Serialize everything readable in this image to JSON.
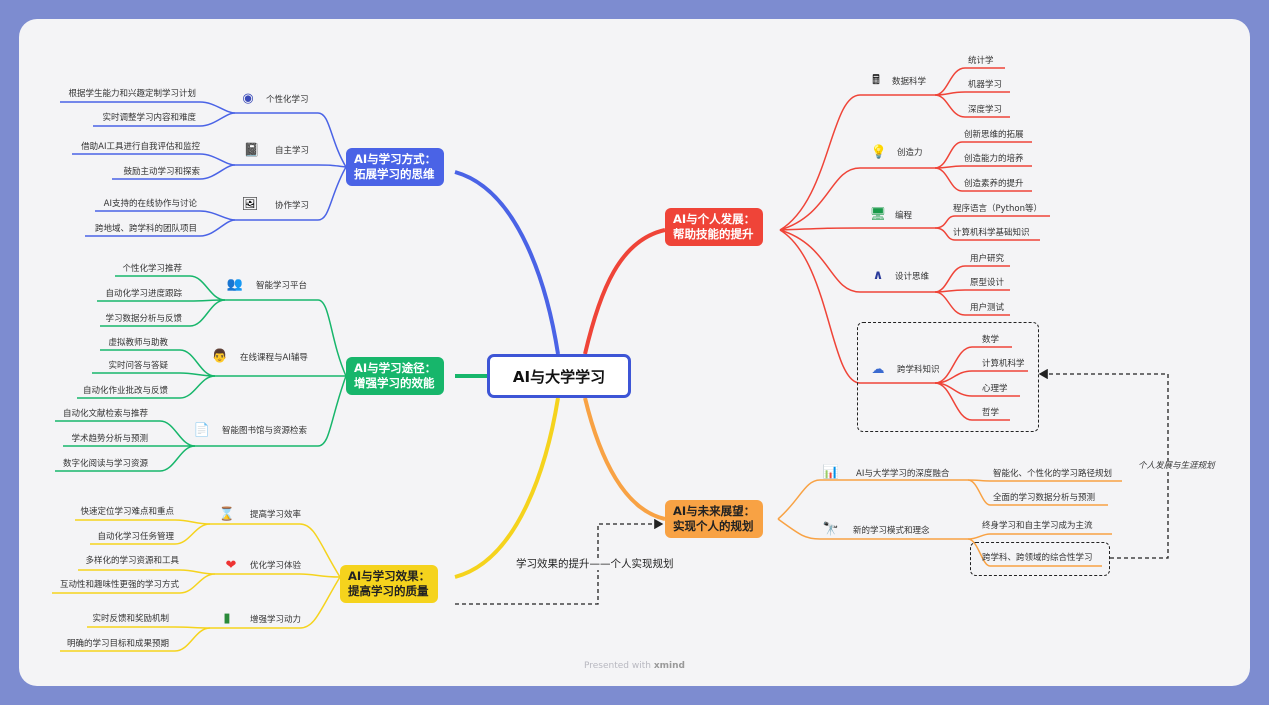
{
  "center": "AI与大学学习",
  "branch_blue": {
    "title_1": "AI与学习方式：",
    "title_2": "拓展学习的思维",
    "subs": [
      {
        "label": "个性化学习",
        "leaves": [
          "根据学生能力和兴趣定制学习计划",
          "实时调整学习内容和难度"
        ]
      },
      {
        "label": "自主学习",
        "leaves": [
          "借助AI工具进行自我评估和监控",
          "鼓励主动学习和探索"
        ]
      },
      {
        "label": "协作学习",
        "leaves": [
          "AI支持的在线协作与讨论",
          "跨地域、跨学科的团队项目"
        ]
      }
    ]
  },
  "branch_green": {
    "title_1": "AI与学习途径：",
    "title_2": "增强学习的效能",
    "subs": [
      {
        "label": "智能学习平台",
        "leaves": [
          "个性化学习推荐",
          "自动化学习进度跟踪",
          "学习数据分析与反馈"
        ]
      },
      {
        "label": "在线课程与AI辅导",
        "leaves": [
          "虚拟教师与助教",
          "实时问答与答疑",
          "自动化作业批改与反馈"
        ]
      },
      {
        "label": "智能图书馆与资源检索",
        "leaves": [
          "自动化文献检索与推荐",
          "学术趋势分析与预测",
          "数字化阅读与学习资源"
        ]
      }
    ]
  },
  "branch_yellow": {
    "title_1": "AI与学习效果：",
    "title_2": "提高学习的质量",
    "subs": [
      {
        "label": "提高学习效率",
        "leaves": [
          "快速定位学习难点和重点",
          "自动化学习任务管理"
        ]
      },
      {
        "label": "优化学习体验",
        "leaves": [
          "多样化的学习资源和工具",
          "互动性和趣味性更强的学习方式"
        ]
      },
      {
        "label": "增强学习动力",
        "leaves": [
          "实时反馈和奖励机制",
          "明确的学习目标和成果预期"
        ]
      }
    ]
  },
  "branch_red": {
    "title_1": "AI与个人发展：",
    "title_2": "帮助技能的提升",
    "subs": [
      {
        "label": "数据科学",
        "leaves": [
          "统计学",
          "机器学习",
          "深度学习"
        ]
      },
      {
        "label": "创造力",
        "leaves": [
          "创新思维的拓展",
          "创造能力的培养",
          "创造素养的提升"
        ]
      },
      {
        "label": "编程",
        "leaves": [
          "程序语言（Python等）",
          "计算机科学基础知识"
        ]
      },
      {
        "label": "设计思维",
        "leaves": [
          "用户研究",
          "原型设计",
          "用户测试"
        ]
      },
      {
        "label": "跨学科知识",
        "leaves": [
          "数学",
          "计算机科学",
          "心理学",
          "哲学"
        ]
      }
    ]
  },
  "branch_orange": {
    "title_1": "AI与未来展望：",
    "title_2": "实现个人的规划",
    "subs": [
      {
        "label": "AI与大学学习的深度融合",
        "leaves": [
          "智能化、个性化的学习路径规划",
          "全面的学习数据分析与预测"
        ]
      },
      {
        "label": "新的学习模式和理念",
        "leaves": [
          "终身学习和自主学习成为主流",
          "跨学科、跨领域的综合性学习"
        ]
      }
    ]
  },
  "relations": {
    "effect_to_plan": "学习效果的提升——个人实现规划",
    "career": "个人发展与生涯规划"
  },
  "footer": {
    "presented": "Presented with",
    "brand": "xmind"
  },
  "colors": {
    "blue": "#4a63e6",
    "green": "#17b66b",
    "yellow": "#f5d31d",
    "red": "#ef4438",
    "orange": "#f8a244",
    "background": "#7d8cd0"
  },
  "icons": [
    "user-circle-icon",
    "notebook-icon",
    "presentation-icon",
    "people-icon",
    "teacher-icon",
    "document-search-icon",
    "hourglass-icon",
    "hearts-icon",
    "battery-icon",
    "calculator-icon",
    "lightbulb-icon",
    "monitor-icon",
    "compass-icon",
    "cloud-swap-icon",
    "bar-chart-icon",
    "telescope-icon"
  ]
}
